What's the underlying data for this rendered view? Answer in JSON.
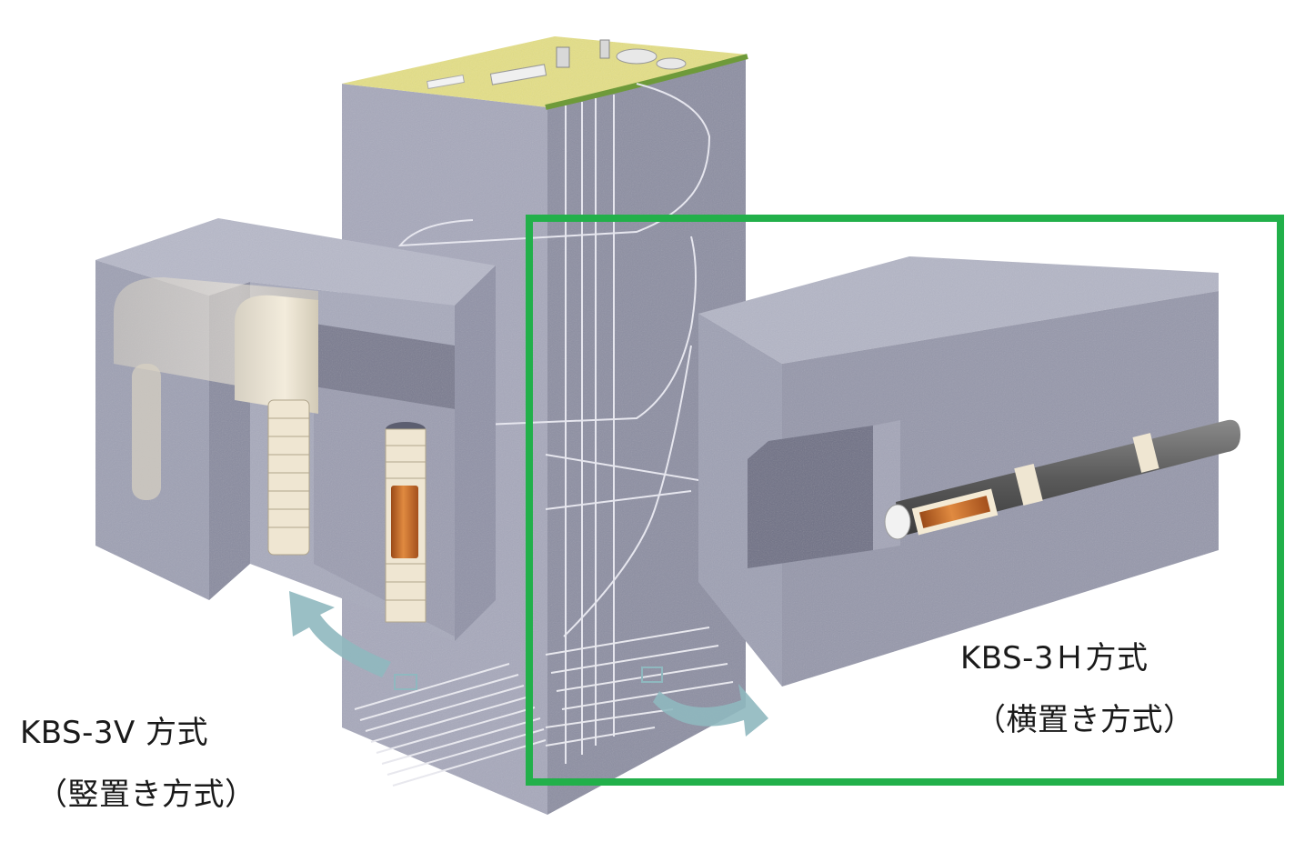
{
  "diagram": {
    "labels": {
      "vertical_name": "KBS-3V 方式",
      "vertical_sub": "（竪置き方式）",
      "horizontal_name": "KBS-3Ｈ方式",
      "horizontal_sub": "（横置き方式）"
    },
    "colors": {
      "rock": "#9a9cb0",
      "rock_dark": "#7e8095",
      "rock_light": "#b6b8c8",
      "surface": "#e4df86",
      "tunnel_lines": "#e6e6ee",
      "canister_copper": "#c86a28",
      "bentonite": "#efe6d2",
      "arrow": "#8fb8bf",
      "highlight_box": "#22b04a"
    },
    "icons": {
      "vertical_arrow": "curved-arrow-icon",
      "horizontal_arrow": "curved-arrow-icon"
    }
  }
}
